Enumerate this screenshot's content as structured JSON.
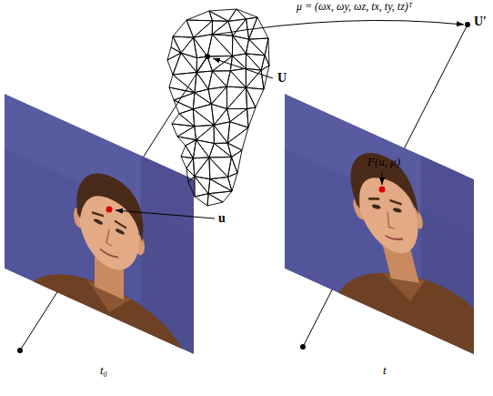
{
  "diagram": {
    "labels": [
      "μ = (ωx, ωy, ωz, tx, ty, tz)ᵀ",
      "U′",
      "U",
      "u",
      "F(u, μ)",
      "t₀",
      "t"
    ]
  }
}
